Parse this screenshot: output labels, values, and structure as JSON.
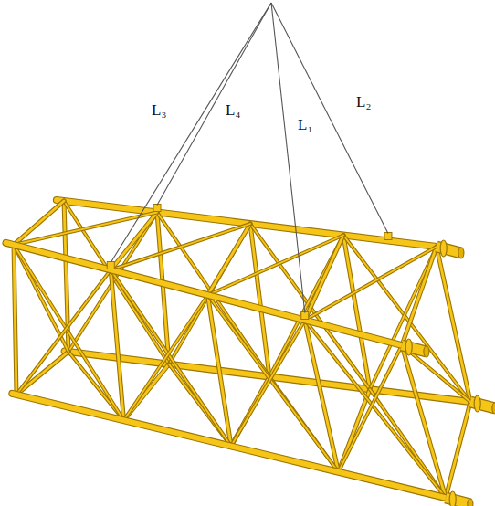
{
  "diagram": {
    "labels": [
      "L₃",
      "L₄",
      "L₁",
      "L₂"
    ]
  }
}
